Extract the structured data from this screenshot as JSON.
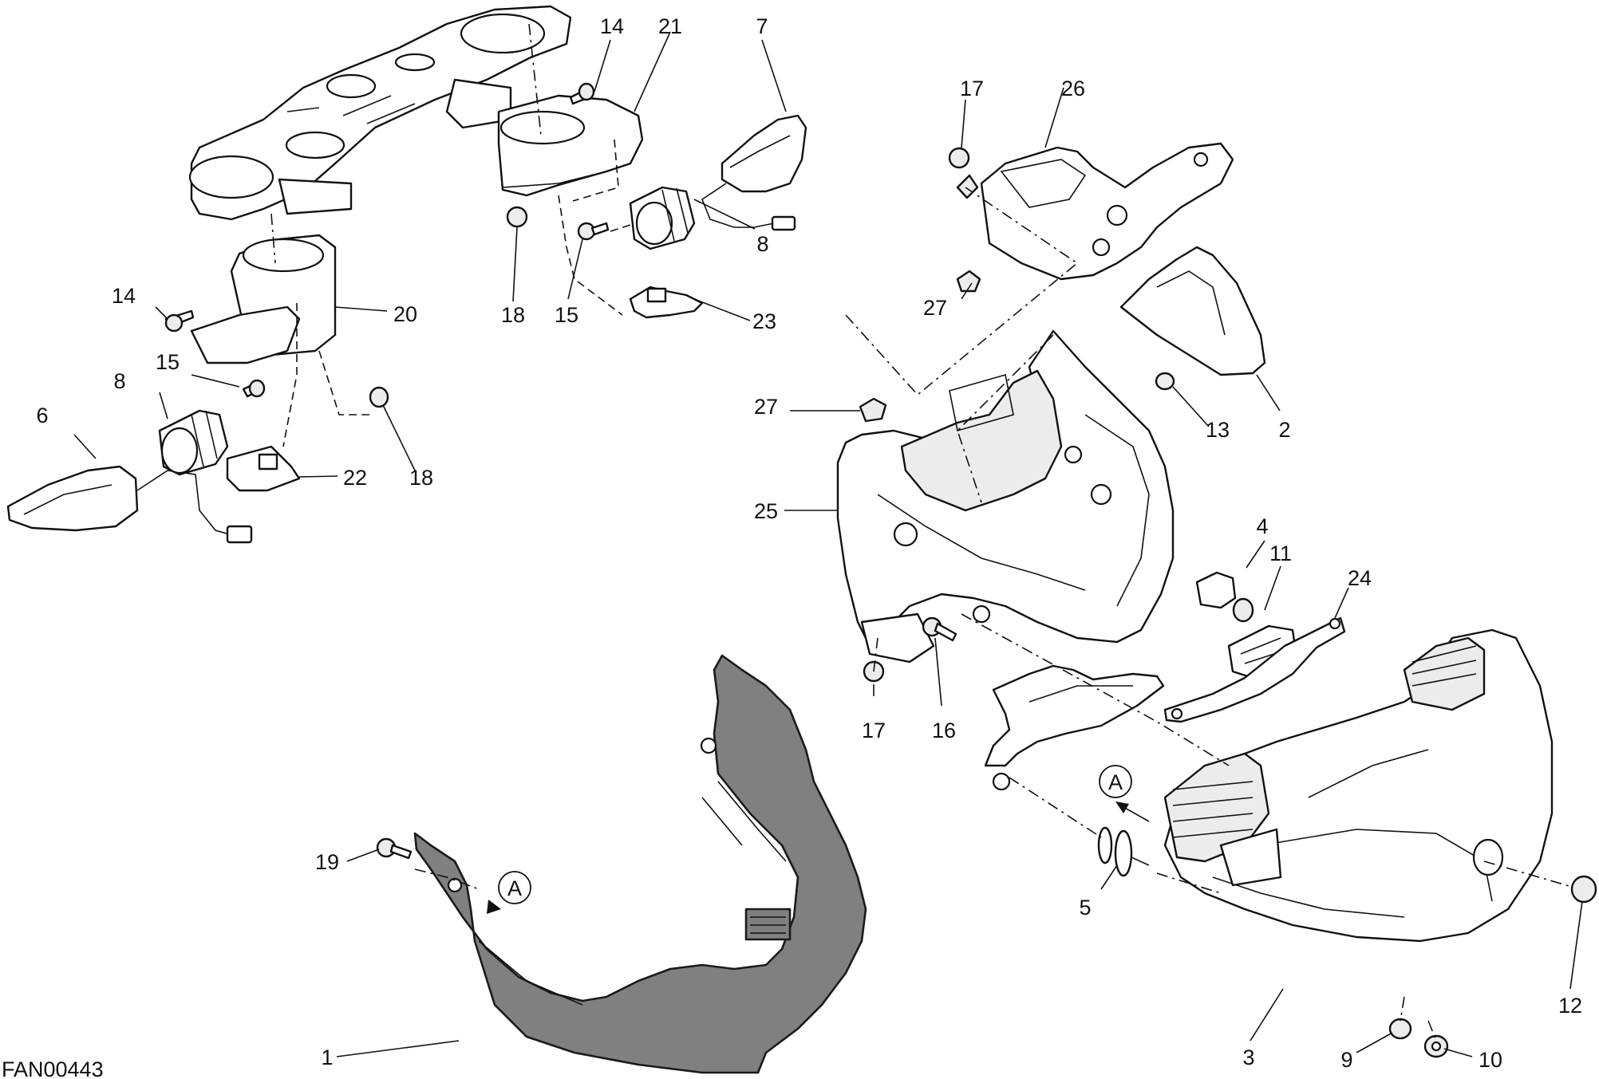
{
  "drawing_code": "FAN00443",
  "view_marker": "A",
  "callouts": [
    "1",
    "2",
    "3",
    "4",
    "5",
    "6",
    "7",
    "8",
    "8",
    "9",
    "10",
    "11",
    "12",
    "13",
    "14",
    "14",
    "15",
    "15",
    "16",
    "17",
    "17",
    "18",
    "18",
    "19",
    "20",
    "21",
    "22",
    "23",
    "24",
    "25",
    "26",
    "27",
    "27"
  ]
}
